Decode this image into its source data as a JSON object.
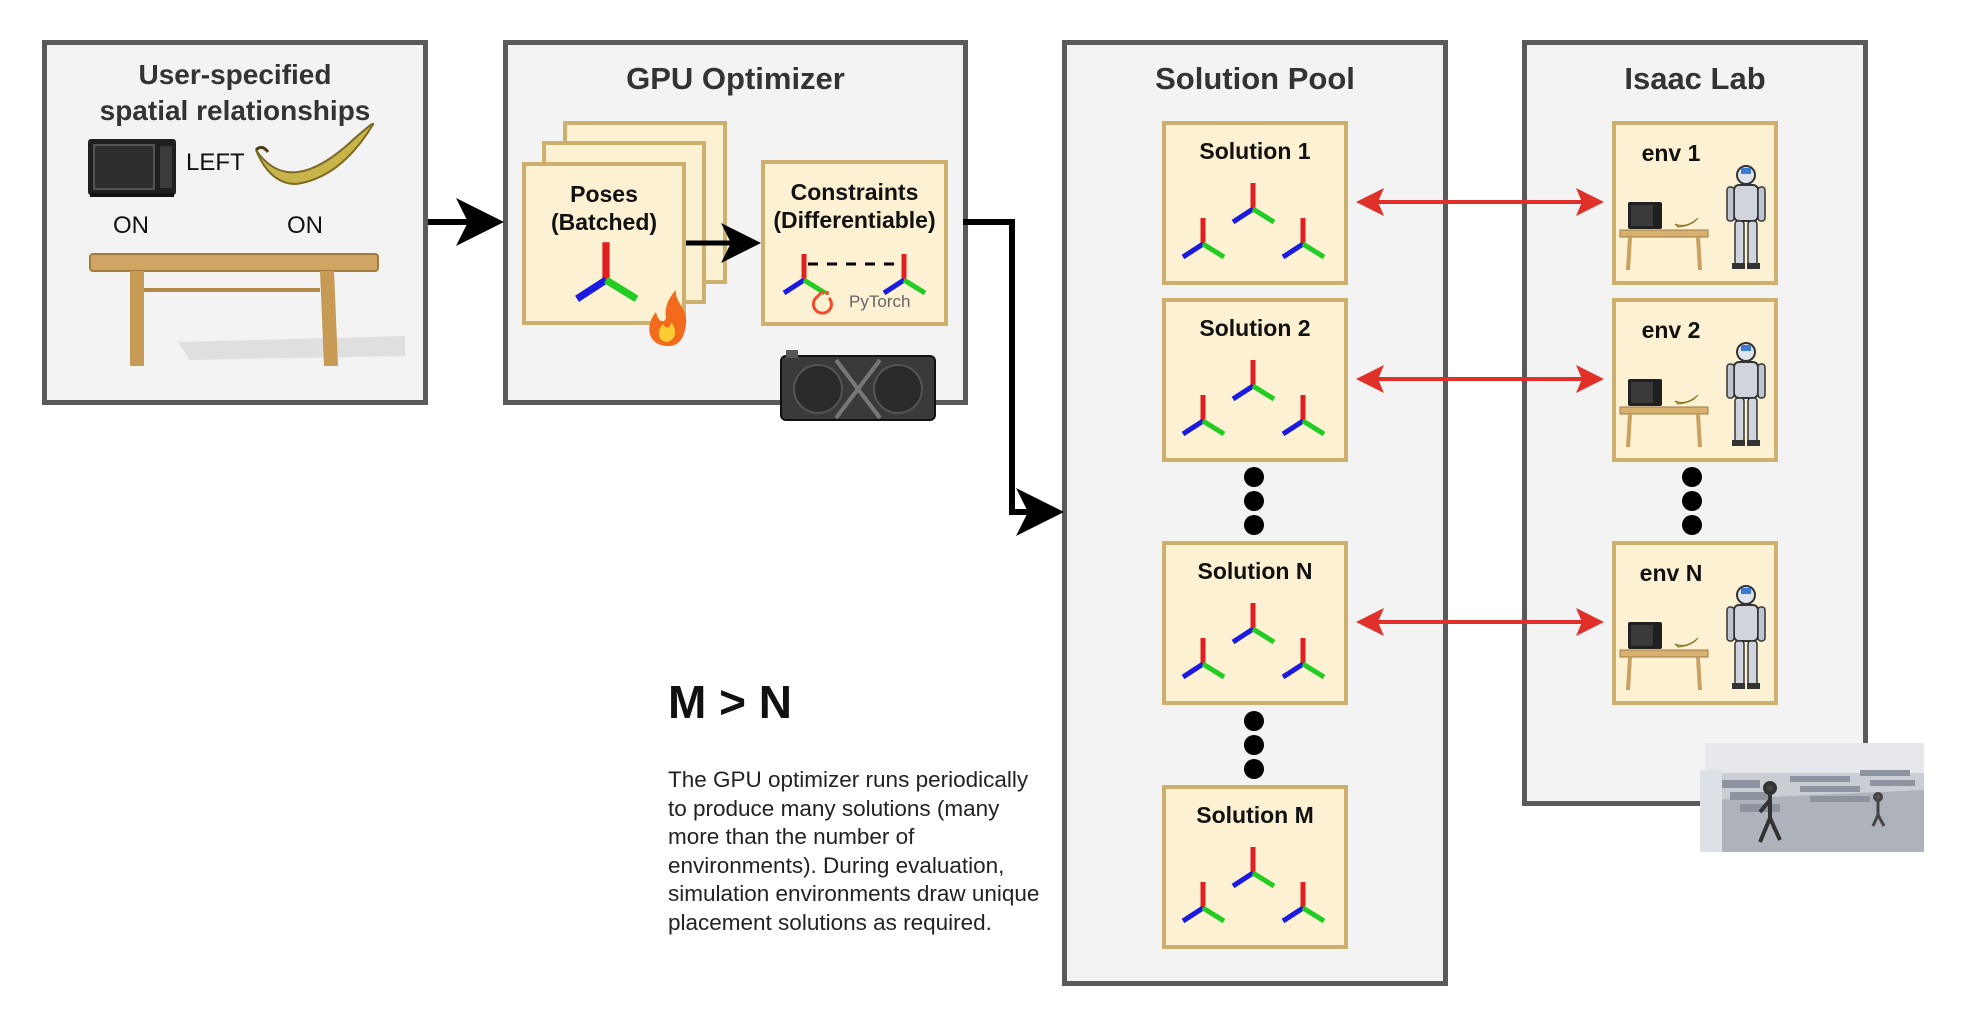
{
  "spatial": {
    "title_line1": "User-specified",
    "title_line2": "spatial relationships",
    "relation_label": "LEFT",
    "on_label_left": "ON",
    "on_label_right": "ON"
  },
  "gpu": {
    "title": "GPU Optimizer",
    "poses_line1": "Poses",
    "poses_line2": "(Batched)",
    "constraints_line1": "Constraints",
    "constraints_line2": "(Differentiable)",
    "pytorch_label": "PyTorch"
  },
  "pool": {
    "title": "Solution Pool",
    "solutions": [
      "Solution 1",
      "Solution 2",
      "Solution N",
      "Solution M"
    ]
  },
  "isaac": {
    "title": "Isaac Lab",
    "envs": [
      "env 1",
      "env 2",
      "env N"
    ]
  },
  "note": {
    "heading": "M > N",
    "body": "The GPU optimizer runs periodically to produce many solutions (many more than the number of environments). During evaluation, simulation environments draw unique placement solutions as required."
  },
  "colors": {
    "panel_border": "#5a5a5a",
    "card_fill": "#fdf1d3",
    "card_border": "#cdb06d",
    "link_arrow": "#e0302a",
    "axis_x": "#e02020",
    "axis_y": "#22cc22",
    "axis_z": "#1a1ae0"
  },
  "icons": [
    "microwave-icon",
    "banana-icon",
    "table-icon",
    "fire-icon",
    "pytorch-icon",
    "gpu-card-icon",
    "robot-icon",
    "sim-scene-image"
  ]
}
